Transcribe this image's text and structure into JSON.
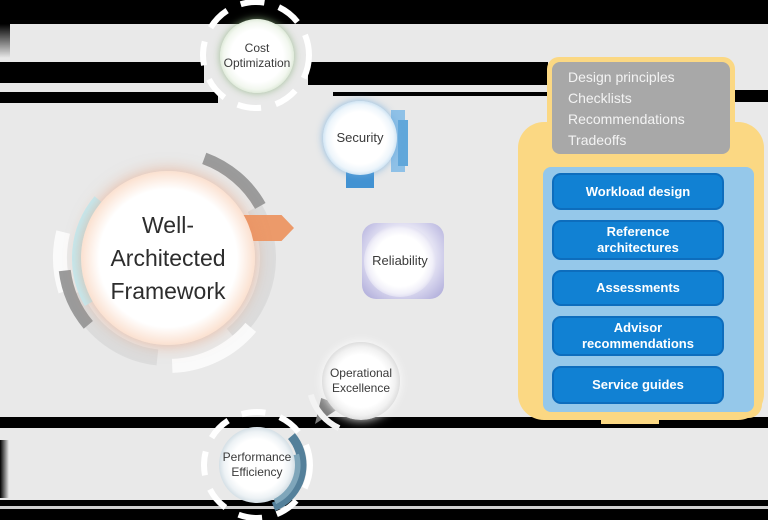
{
  "diagram": {
    "central": {
      "title_lines": [
        "Well-",
        "Architected",
        "Framework"
      ],
      "ring_color": "#e88d5f"
    },
    "pillars": [
      {
        "id": "cost-optimization",
        "lines": [
          "Cost",
          "Optimization"
        ],
        "color": "#8cb07f"
      },
      {
        "id": "security",
        "lines": [
          "Security"
        ],
        "color": "#4e9cd6"
      },
      {
        "id": "reliability",
        "lines": [
          "Reliability"
        ],
        "color": "#9a97cc"
      },
      {
        "id": "operational-excellence",
        "lines": [
          "Operational",
          "Excellence"
        ],
        "color": "#848484"
      },
      {
        "id": "performance-efficiency",
        "lines": [
          "Performance",
          "Efficiency"
        ],
        "color": "#6f94a9"
      }
    ],
    "guidance": {
      "box_color": "#a8a8a8",
      "panel_color": "#fbd883",
      "items": [
        "Design principles",
        "Checklists",
        "Recommendations",
        "Tradeoffs"
      ]
    },
    "resources": {
      "container_color": "#95c8ea",
      "button_color": "#1181d3",
      "buttons": [
        "Workload design",
        "Reference architectures",
        "Assessments",
        "Advisor recommendations",
        "Service guides"
      ]
    }
  }
}
